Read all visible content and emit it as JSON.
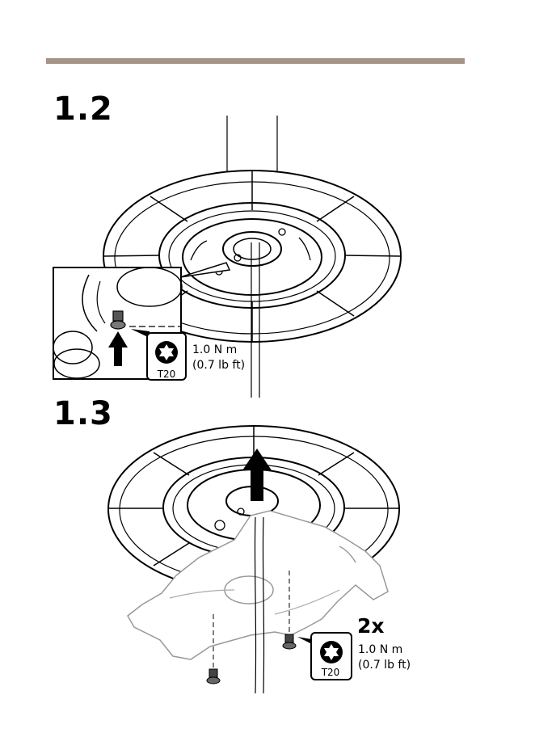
{
  "steps": {
    "first": "1.2",
    "second": "1.3"
  },
  "step_1_2": {
    "torque_line1": "1.0 N m",
    "torque_line2": "(0.7 lb ft)",
    "bit": "T20"
  },
  "step_1_3": {
    "count": "2x",
    "torque_line1": "1.0 N m",
    "torque_line2": "(0.7 lb ft)",
    "bit": "T20"
  },
  "colors": {
    "rule": "#a59388",
    "fill_gray": "#d9d9d9"
  }
}
